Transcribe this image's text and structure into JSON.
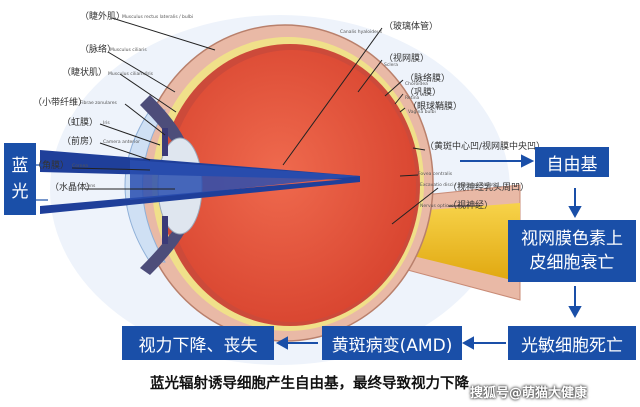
{
  "labels_left": {
    "ciliary_muscle_top": "（睫外肌）",
    "choroid_left": "（脉络）",
    "ciliary_body": "（睫状肌）",
    "zonule": "（小带纤维）",
    "iris": "（虹膜）",
    "anterior_chamber": "（前房）",
    "cornea": "（角膜）",
    "lens": "（水晶体）"
  },
  "labels_right": {
    "vitreous": "（玻璃体管）",
    "retina": "（视网膜）",
    "choroid": "（脉络膜）",
    "sclera": "（巩膜）",
    "outer_sheath": "（眼球鞘膜）",
    "macula": "（黄斑中心凹/视网膜中央凹）",
    "optic_disc": "（视神经乳头周凹）",
    "optic_nerve": "（视神经）"
  },
  "tiny_labels": {
    "t1": "Musculus rectus lateralis / bulbi",
    "t2": "Canalis hyaloideus",
    "t3": "Musculus ciliaris",
    "t4": "Musculus ciliaris/Iris",
    "t5": "Fibrae zonulares",
    "t6": "Iris",
    "t7": "Sclera",
    "t8": "Choroidea",
    "t9": "Retina",
    "t10": "Vagina bulbi",
    "t11": "Fovea centralis",
    "t12": "Excavatio disci / Papilla nervi optici",
    "t13": "Nervus opticus",
    "t14": "Camera anterior",
    "t15": "Cornea",
    "t16": "Lens"
  },
  "side_label": [
    "蓝",
    "光"
  ],
  "flow": {
    "free_radical": "自由基",
    "rpe_decline_line1": "视网膜色素上",
    "rpe_decline_line2": "皮细胞衰亡",
    "photoreceptor_death": "光敏细胞死亡",
    "amd": "黄斑病变(AMD)",
    "vision_loss": "视力下降、丧失"
  },
  "caption": "蓝光辐射诱导细胞产生自由基，最终导致视力下降",
  "watermark": "搜狐号@萌猫大健康",
  "colors": {
    "box_blue": "#1a4fa8",
    "vitreous_red": "#e2553f",
    "sclera_pink": "#e9b9a6",
    "optic_nerve_yellow": "#f3c21b",
    "light_beam": "#1f3f9a",
    "retina_yellow": "#f0e08a"
  }
}
